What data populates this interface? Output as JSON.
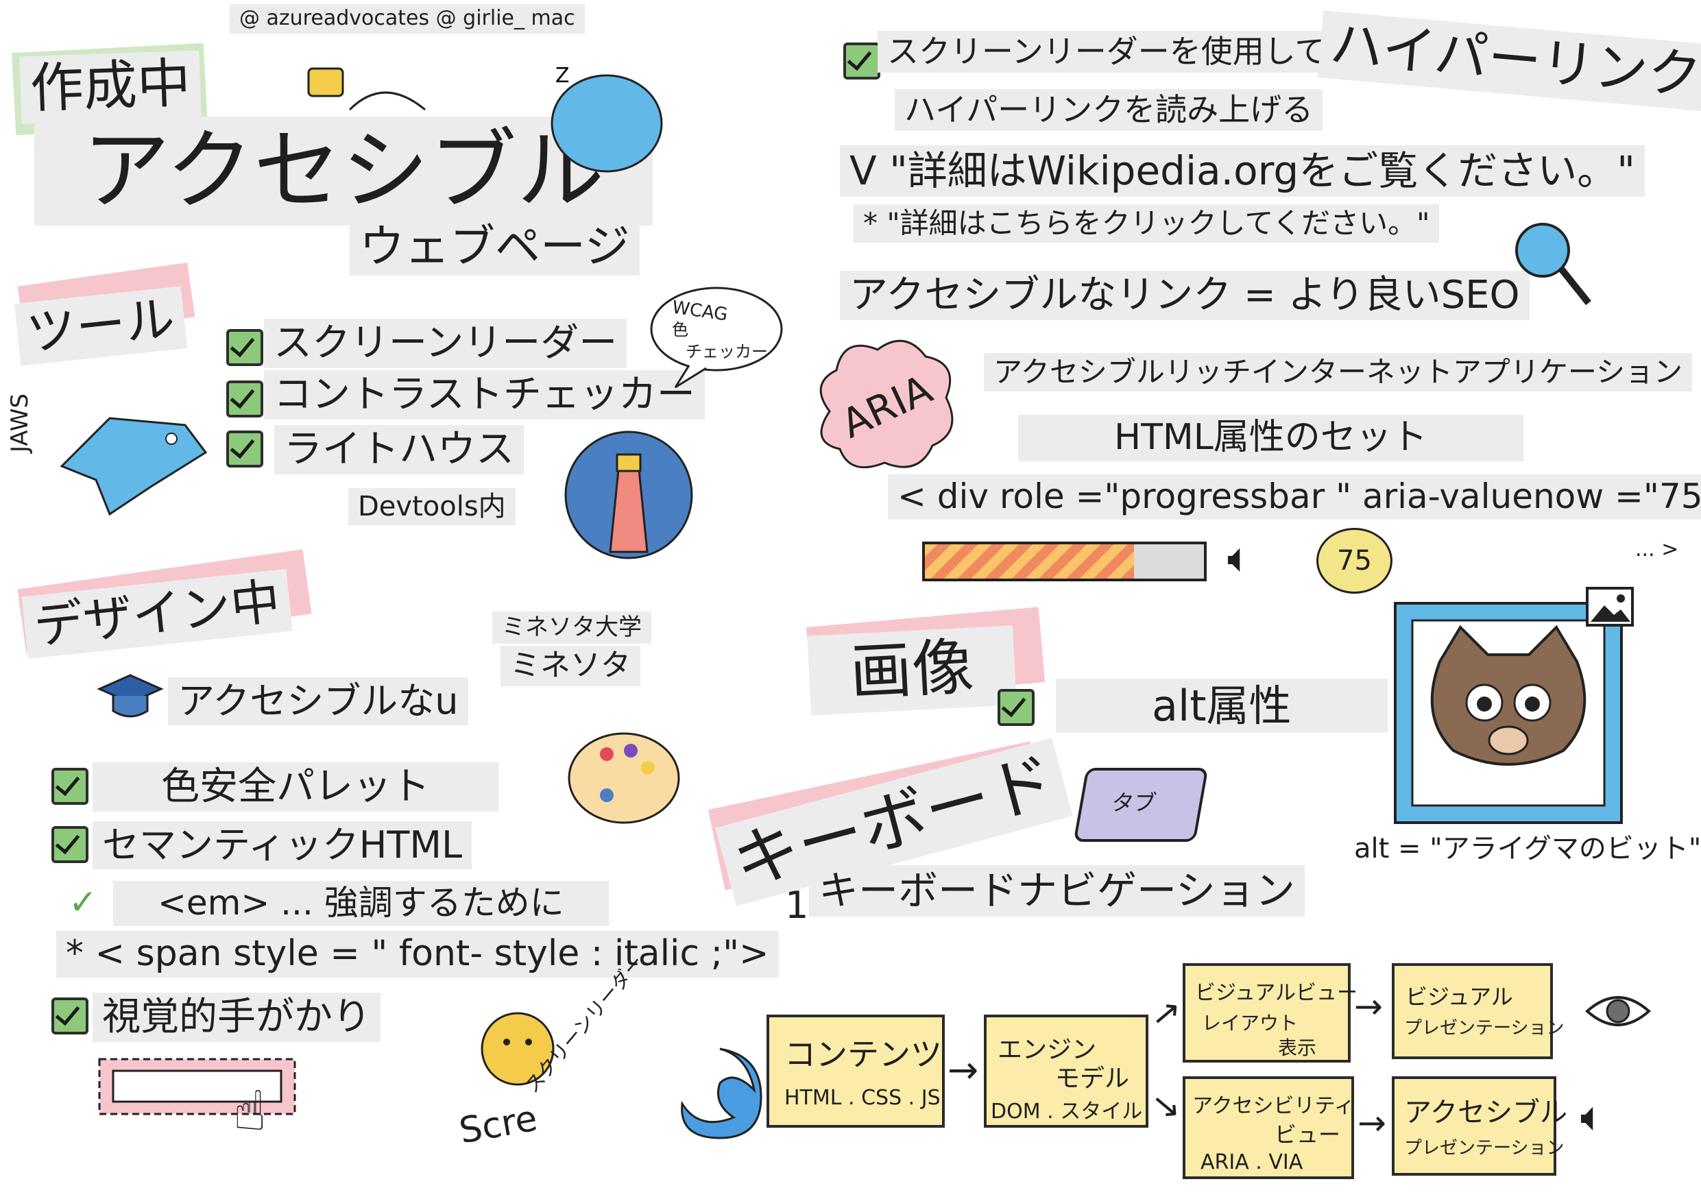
{
  "handles": "@ azureadvocates @ girlie_ mac",
  "title": {
    "line1": "作成中",
    "line2": "アクセシブル",
    "line3": "ウェブページ"
  },
  "tools": {
    "heading": "ツール",
    "items": [
      "スクリーンリーダー",
      "コントラストチェッカー",
      "ライトハウス"
    ],
    "devtools": "Devtools内",
    "jaws": "JAWS",
    "wcag_bubble": [
      "WCAG",
      "色",
      "チェッカー"
    ]
  },
  "design": {
    "heading": "デザイン中",
    "course_note": [
      "ミネソタ大学",
      "ミネソタ"
    ],
    "course": "アクセシブルなu",
    "items": [
      "色安全パレット",
      "セマンティックHTML",
      "<em> ... 強調するために",
      "* < span style = \" font- style : italic ;\">",
      "視覚的手がかり"
    ]
  },
  "screen_reader": {
    "heading": "ハイパーリンク",
    "lines": [
      "スクリーンリーダーを使用して",
      "ハイパーリンクを読み上げる"
    ]
  },
  "links": {
    "good": "V \"詳細はWikipedia.orgをご覧ください。\"",
    "bad": "* \"詳細はこちらをクリックしてください。\"",
    "seo": "アクセシブルなリンク = より良いSEO"
  },
  "aria": {
    "cloud": "ARIA",
    "full_name": "アクセシブルリッチインターネットアプリケーション",
    "desc": "HTML属性のセット",
    "code": "< div role =\"progressbar \" aria-valuenow =\"75",
    "ellipsis": "... >",
    "speech": "75",
    "progress_value": 75
  },
  "images": {
    "heading": "画像",
    "item": "alt属性",
    "alt": "alt = \"アライグマのビット\""
  },
  "keyboard": {
    "heading": "キーボード",
    "key": "タブ",
    "item": "キーボードナビゲーション",
    "num": "1"
  },
  "pipeline": {
    "scre": "Scre",
    "screenreader": "スクリーンリーダー",
    "content": {
      "title": "コンテンツ",
      "sub": "HTML . CSS . JS"
    },
    "engine": {
      "line1": "エンジン",
      "line2": "モデル",
      "sub": "DOM . スタイル"
    },
    "visual_view": {
      "line1": "ビジュアルビュー",
      "line2": "レイアウト",
      "line3": "表示"
    },
    "a11y_view": {
      "line1": "アクセシビリティ",
      "line2": "ビュー",
      "sub": "ARIA . VIA"
    },
    "visual_pres": {
      "line1": "ビジュアル",
      "line2": "プレゼンテーション"
    },
    "a11y_pres": {
      "line1": "アクセシブル",
      "line2": "プレゼンテーション"
    }
  },
  "colors": {
    "check": "#8cc97a",
    "highlight": "#ececec",
    "pink": "#f7c6cc",
    "yellow": "#fbecaa",
    "blue": "#62b8e6"
  }
}
